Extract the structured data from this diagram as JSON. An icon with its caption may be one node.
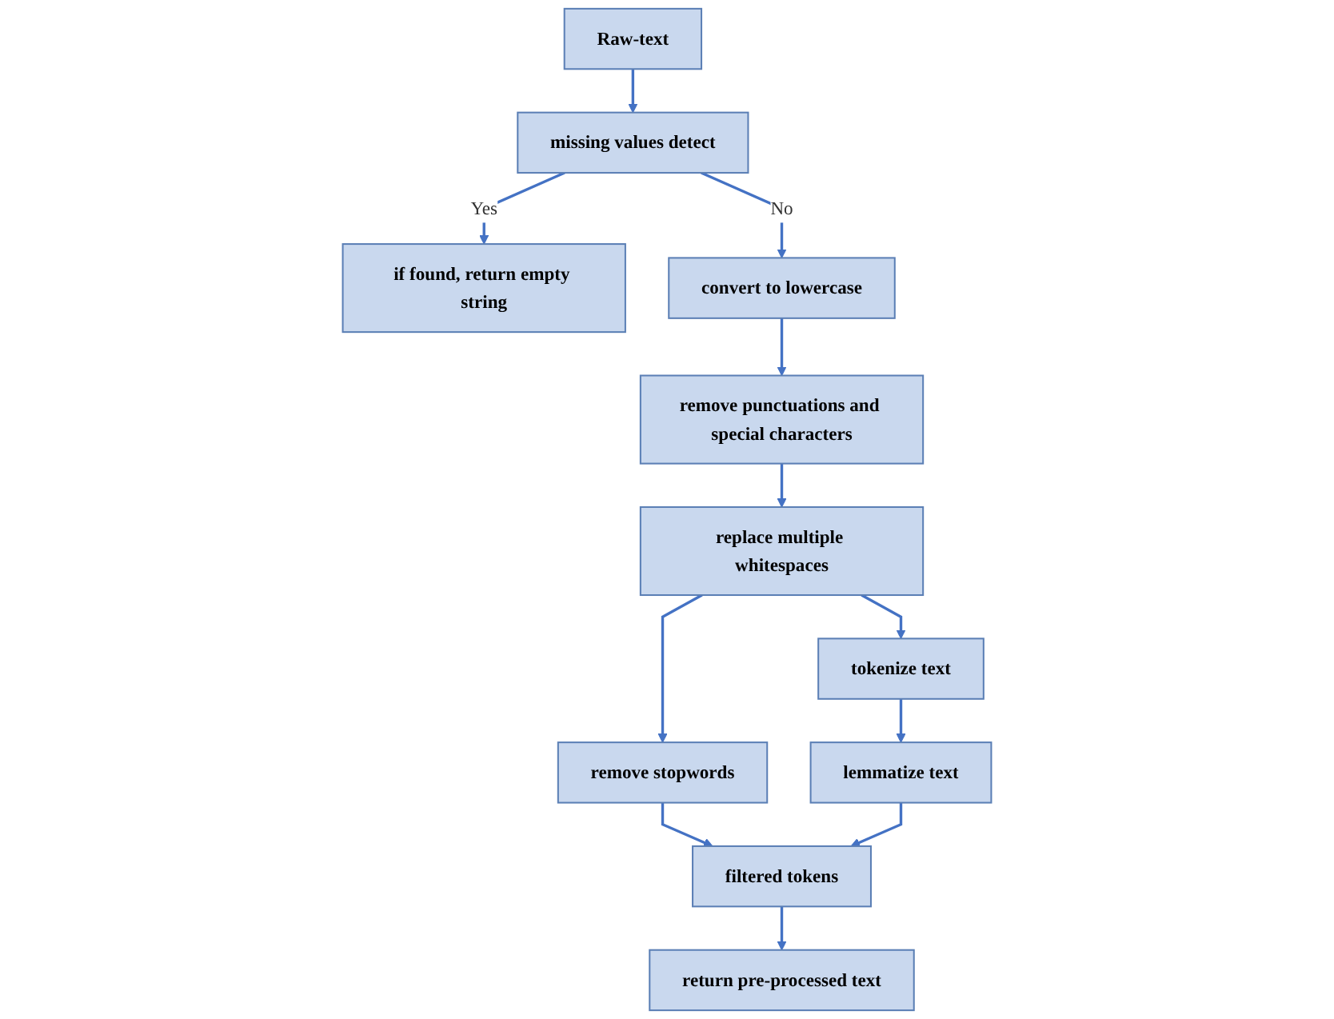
{
  "diagram": {
    "nodes": [
      {
        "text": [
          "Raw-text"
        ]
      },
      {
        "text": [
          "missing values detect"
        ]
      },
      {
        "text": [
          "if found, return empty string"
        ]
      },
      {
        "text": [
          "convert to lowercase"
        ]
      },
      {
        "text": [
          "remove punctuations and special characters"
        ]
      },
      {
        "text": [
          "replace multiple whitespaces"
        ]
      },
      {
        "text": [
          "remove stopwords"
        ]
      },
      {
        "text": [
          "tokenize text"
        ]
      },
      {
        "text": [
          "lemmatize text"
        ]
      },
      {
        "text": [
          "filtered tokens"
        ]
      },
      {
        "text": [
          "return pre-processed text"
        ]
      }
    ],
    "edges": [
      {
        "from": 0,
        "to": 1,
        "arrow": "to"
      },
      {
        "from": 1,
        "to": 2,
        "arrow": "to",
        "label": "Yes"
      },
      {
        "from": 1,
        "to": 3,
        "arrow": "to",
        "label": "No"
      },
      {
        "from": 3,
        "to": 4,
        "arrow": "to"
      },
      {
        "from": 4,
        "to": 5,
        "arrow": "to"
      },
      {
        "from": 5,
        "to": 6,
        "arrow": "to"
      },
      {
        "from": 5,
        "to": 7,
        "arrow": "to"
      },
      {
        "from": 7,
        "to": 8,
        "arrow": "to"
      },
      {
        "from": 6,
        "to": 9,
        "arrow": "to"
      },
      {
        "from": 8,
        "to": 9,
        "arrow": "to"
      },
      {
        "from": 9,
        "to": 10,
        "arrow": "to"
      }
    ]
  }
}
